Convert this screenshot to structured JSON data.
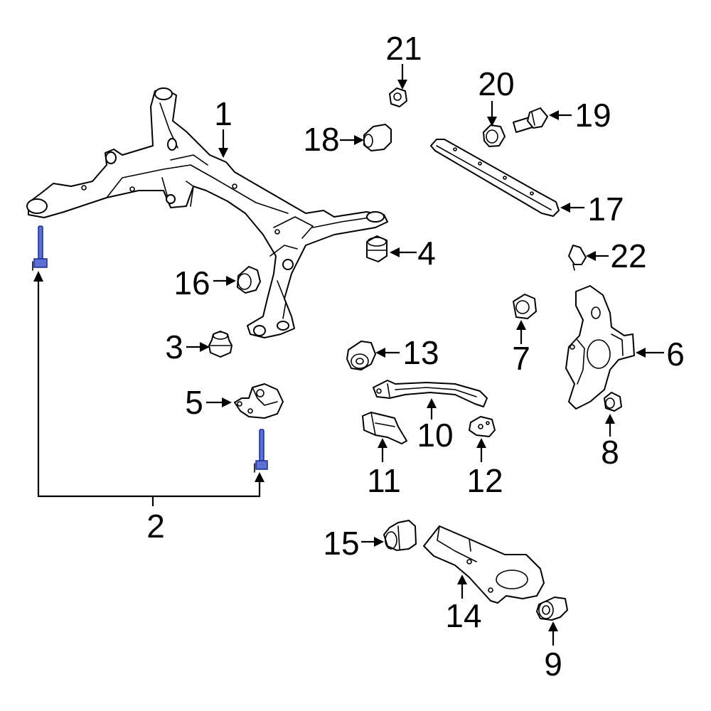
{
  "callouts": {
    "c1": "1",
    "c2": "2",
    "c3": "3",
    "c4": "4",
    "c5": "5",
    "c6": "6",
    "c7": "7",
    "c8": "8",
    "c9": "9",
    "c10": "10",
    "c11": "11",
    "c12": "12",
    "c13": "13",
    "c14": "14",
    "c15": "15",
    "c16": "16",
    "c17": "17",
    "c18": "18",
    "c19": "19",
    "c20": "20",
    "c21": "21",
    "c22": "22"
  },
  "colors": {
    "highlight_bolt": "#5b6fd6",
    "line": "#000000",
    "background": "#ffffff"
  }
}
